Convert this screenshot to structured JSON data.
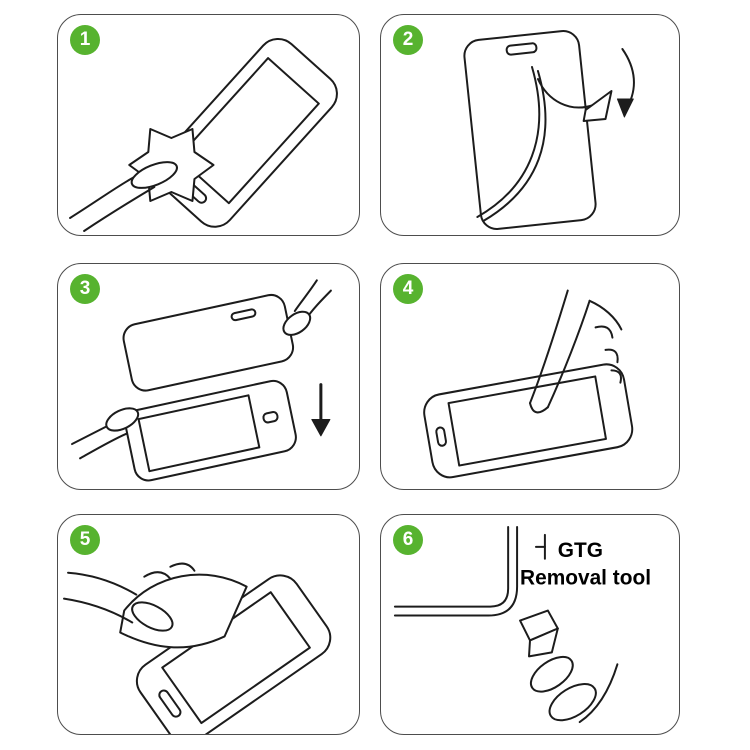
{
  "title": "screen-protector-installation-steps",
  "colors": {
    "badge_green": "#57b32f",
    "line": "#1c1c1c",
    "panel_border": "#4d4d4d",
    "background": "#ffffff"
  },
  "panels": [
    {
      "number": "1",
      "illustration": "wipe-screen-with-cloth-icon"
    },
    {
      "number": "2",
      "illustration": "peel-protective-film-icon"
    },
    {
      "number": "3",
      "illustration": "align-glass-over-phone-icon"
    },
    {
      "number": "4",
      "illustration": "press-screen-center-icon"
    },
    {
      "number": "5",
      "illustration": "smooth-with-card-icon"
    },
    {
      "number": "6",
      "illustration": "corner-removal-tool-icon",
      "caption_line1": "GTG",
      "caption_line2": "Removal tool"
    }
  ]
}
